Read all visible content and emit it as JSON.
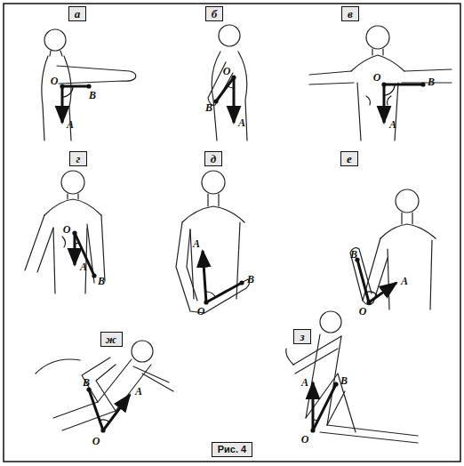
{
  "diagram": {
    "caption": "Рис. 4",
    "nodes": [
      {
        "text": [
          "а"
        ]
      },
      {
        "text": [
          "б"
        ]
      },
      {
        "text": [
          "в"
        ]
      },
      {
        "text": [
          "г"
        ]
      },
      {
        "text": [
          "д"
        ]
      },
      {
        "text": [
          "е"
        ]
      },
      {
        "text": [
          "ж"
        ]
      },
      {
        "text": [
          "з"
        ]
      }
    ],
    "labels": [
      "О",
      "В",
      "А",
      "О",
      "В",
      "А",
      "О",
      "В",
      "А",
      "О",
      "В",
      "А",
      "А",
      "В",
      "О",
      "В",
      "О",
      "А",
      "В",
      "А",
      "О",
      "А",
      "В",
      "О"
    ]
  }
}
